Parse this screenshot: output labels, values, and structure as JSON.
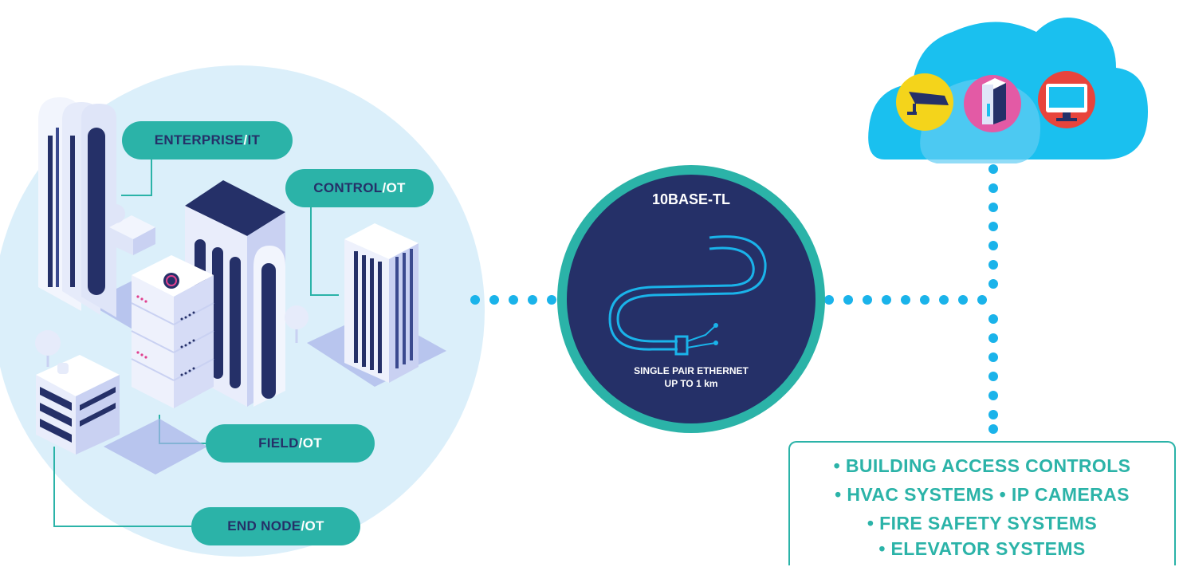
{
  "layers": [
    {
      "name": "ENTERPRISE",
      "suffix": "IT"
    },
    {
      "name": "CONTROL",
      "suffix": "OT"
    },
    {
      "name": "FIELD",
      "suffix": "OT"
    },
    {
      "name": "END NODE",
      "suffix": "OT"
    }
  ],
  "separator": "/",
  "badge": {
    "title": "10BASE-TL",
    "line1": "SINGLE PAIR ETHERNET",
    "line2": "UP TO 1 km"
  },
  "applications": {
    "line1": "• BUILDING ACCESS CONTROLS",
    "line2": "• HVAC SYSTEMS   • IP CAMERAS",
    "line3": "• FIRE SAFETY SYSTEMS",
    "line4": "• ELEVATOR SYSTEMS"
  },
  "cloud_icons": [
    "security-camera-icon",
    "server-tower-icon",
    "monitor-icon"
  ],
  "colors": {
    "teal": "#2bb3a8",
    "navy": "#253068",
    "sky": "#dbeffa",
    "cloud": "#1ac0ef",
    "dot": "#1ab3ea"
  }
}
